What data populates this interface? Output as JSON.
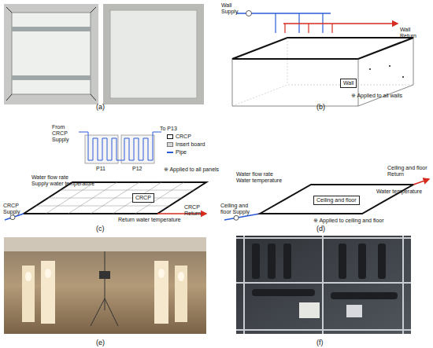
{
  "diagram": {
    "nodes": [
      {
        "text": [
          "Wall"
        ]
      },
      {
        "text": [
          "CRCP"
        ]
      },
      {
        "text": [
          "Ceiling and floor"
        ]
      }
    ],
    "labels": [
      "(a)",
      "(b)",
      "(c)",
      "(d)",
      "(e)",
      "(f)",
      "Wall Supply",
      "Wall Return",
      "※ Applied to all walls",
      "From CRCP Supply",
      "To P13",
      "P11",
      "P12",
      "※ Applied to all panels",
      "Water flow rate",
      "Supply water temperature",
      "CRCP Supply",
      "Return water temperature",
      "CRCP Return",
      "Water flow rate",
      "Water temperature",
      "Ceiling and floor Supply",
      "Ceiling and floor Return",
      "Water temperature",
      "※ Applied to ceiling and floor"
    ],
    "legend": [
      {
        "text": "CRCP"
      },
      {
        "text": "Insert board",
        "color": "#d9d9d9"
      },
      {
        "text": "Pipe"
      }
    ]
  }
}
